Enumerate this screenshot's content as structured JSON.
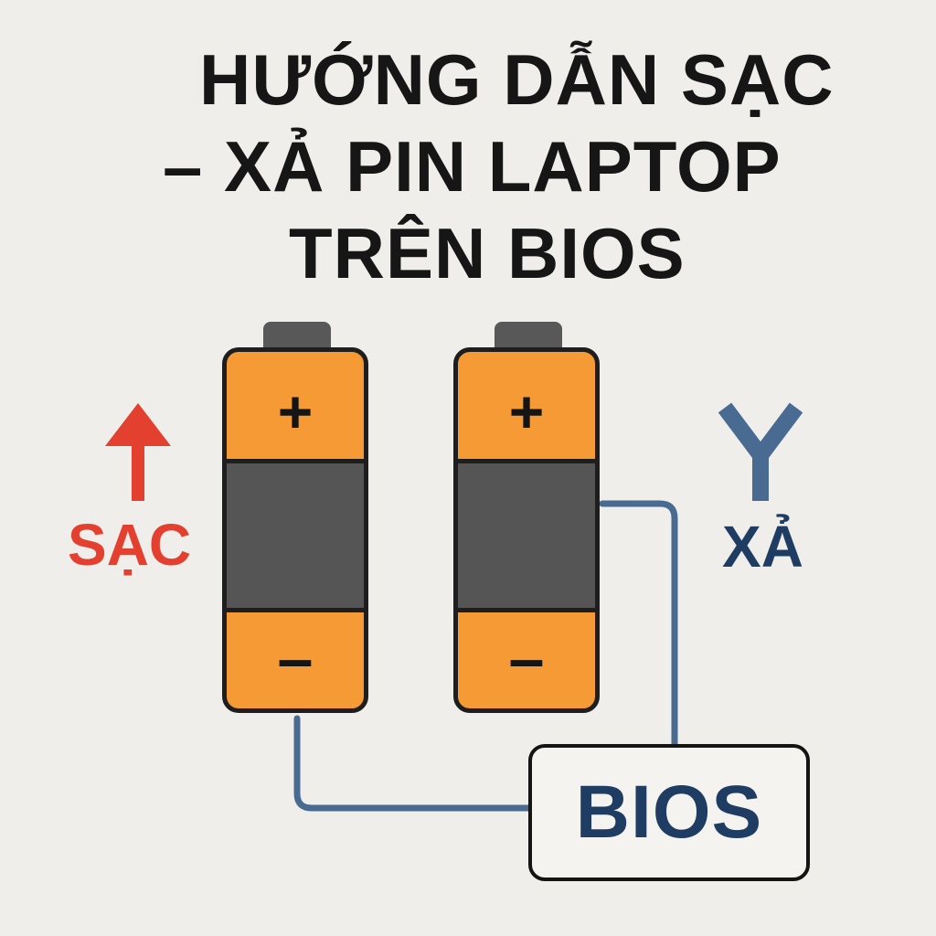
{
  "title": {
    "line1": "HƯỚNG DẪN SẠC",
    "line2": "– XẢ PIN LAPTOP",
    "line3": "TRÊN BIOS"
  },
  "batteries": [
    {
      "positive": "+",
      "negative": "–"
    },
    {
      "positive": "+",
      "negative": "–"
    }
  ],
  "charge": {
    "label": "SẠC",
    "icon": "arrow-up-icon",
    "color": "#e3402f"
  },
  "discharge": {
    "label": "XẢ",
    "icon": "y-symbol-icon",
    "color": "#4a6b91"
  },
  "bios": {
    "label": "BIOS"
  },
  "colors": {
    "background": "#efeeea",
    "battery": "#f59a35",
    "battery_band": "#555555",
    "wire": "#4a6b91",
    "text_dark": "#161616",
    "bios_text": "#1f3d63"
  }
}
